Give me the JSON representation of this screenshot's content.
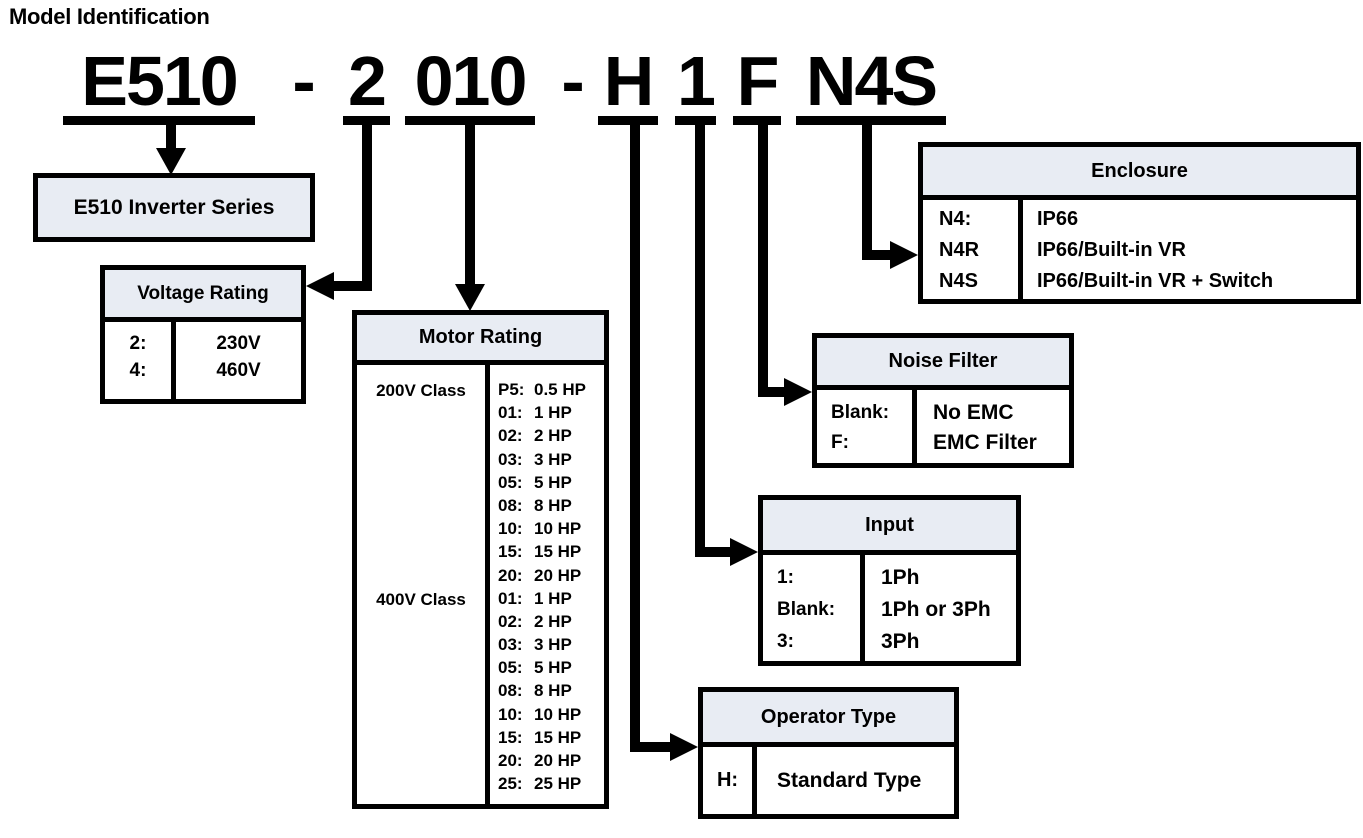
{
  "title": "Model Identification",
  "colors": {
    "header_fill": "#e8ecf3",
    "line": "#000000"
  },
  "model_code": {
    "seg_e510": "E510",
    "seg_dash1": "-",
    "seg_2": "2",
    "seg_010": "010",
    "seg_dash2": "-",
    "seg_h": "H",
    "seg_1": "1",
    "seg_f": "F",
    "seg_n4s": "N4S"
  },
  "series_box": {
    "label": "E510 Inverter Series"
  },
  "voltage_box": {
    "title": "Voltage Rating",
    "rows": [
      {
        "code": "2:",
        "value": "230V"
      },
      {
        "code": "4:",
        "value": "460V"
      }
    ]
  },
  "motor_box": {
    "title": "Motor Rating",
    "class_200": "200V Class",
    "class_400": "400V Class",
    "rows": [
      {
        "code": "P5:",
        "value": "0.5 HP"
      },
      {
        "code": "01:",
        "value": "1 HP"
      },
      {
        "code": "02:",
        "value": "2 HP"
      },
      {
        "code": "03:",
        "value": "3 HP"
      },
      {
        "code": "05:",
        "value": "5 HP"
      },
      {
        "code": "08:",
        "value": "8 HP"
      },
      {
        "code": "10:",
        "value": "10 HP"
      },
      {
        "code": "15:",
        "value": "15 HP"
      },
      {
        "code": "20:",
        "value": "20 HP"
      },
      {
        "code": "01:",
        "value": "1 HP"
      },
      {
        "code": "02:",
        "value": "2 HP"
      },
      {
        "code": "03:",
        "value": "3 HP"
      },
      {
        "code": "05:",
        "value": "5 HP"
      },
      {
        "code": "08:",
        "value": "8 HP"
      },
      {
        "code": "10:",
        "value": "10 HP"
      },
      {
        "code": "15:",
        "value": "15 HP"
      },
      {
        "code": "20:",
        "value": "20 HP"
      },
      {
        "code": "25:",
        "value": "25 HP"
      }
    ]
  },
  "enclosure_box": {
    "title": "Enclosure",
    "rows": [
      {
        "code": "N4:",
        "value": "IP66"
      },
      {
        "code": "N4R",
        "value": "IP66/Built-in VR"
      },
      {
        "code": "N4S",
        "value": "IP66/Built-in VR + Switch"
      }
    ]
  },
  "noise_box": {
    "title": "Noise Filter",
    "rows": [
      {
        "code": "Blank:",
        "value": "No EMC"
      },
      {
        "code": "F:",
        "value": "EMC Filter"
      }
    ]
  },
  "input_box": {
    "title": "Input",
    "rows": [
      {
        "code": "1:",
        "value": "1Ph"
      },
      {
        "code": "Blank:",
        "value": "1Ph or 3Ph"
      },
      {
        "code": "3:",
        "value": "3Ph"
      }
    ]
  },
  "operator_box": {
    "title": "Operator Type",
    "rows": [
      {
        "code": "H:",
        "value": "Standard Type"
      }
    ]
  }
}
